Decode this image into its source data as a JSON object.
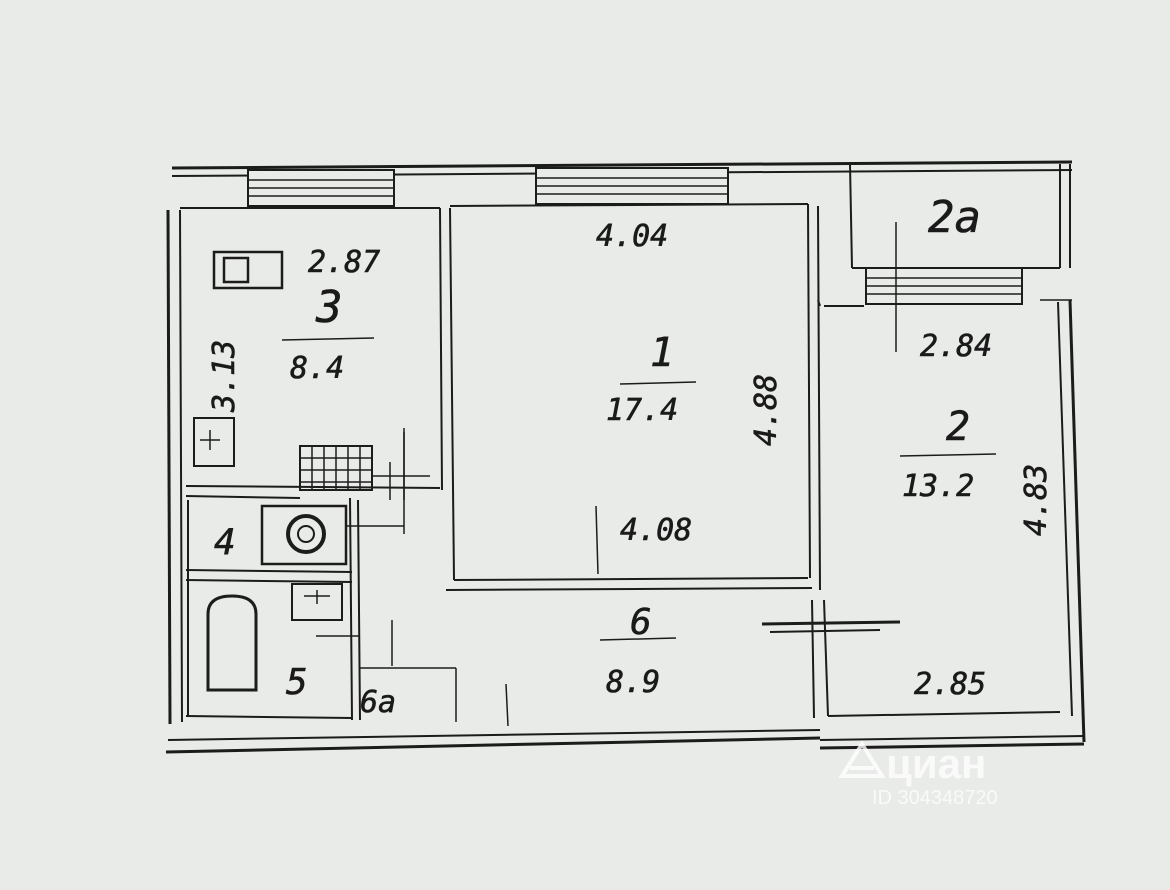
{
  "plan": {
    "rooms": [
      {
        "id": "room-1",
        "number": "1",
        "area": "17.4",
        "dims": [
          "4.04",
          "4.88",
          "4.08"
        ]
      },
      {
        "id": "room-2",
        "number": "2",
        "area": "13.2",
        "dims": [
          "2.84",
          "4.83",
          "2.85"
        ]
      },
      {
        "id": "room-2a",
        "number": "2a"
      },
      {
        "id": "room-3",
        "number": "3",
        "area": "8.4",
        "dims": [
          "2.87",
          "3.13"
        ]
      },
      {
        "id": "room-4",
        "number": "4"
      },
      {
        "id": "room-5",
        "number": "5"
      },
      {
        "id": "room-6",
        "number": "6",
        "area": "8.9"
      },
      {
        "id": "room-6a",
        "number": "6a"
      }
    ]
  },
  "watermark": {
    "brand": "циан",
    "id_text": "ID 304348720"
  }
}
